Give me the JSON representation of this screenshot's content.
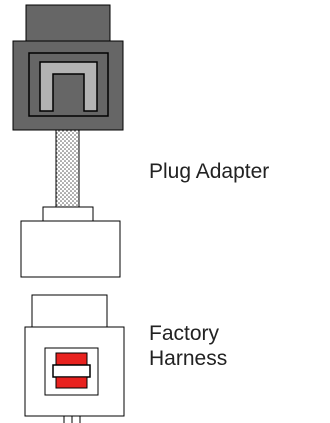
{
  "labels": {
    "plug_adapter": "Plug Adapter",
    "factory_line1": "Factory",
    "factory_line2": "Harness"
  },
  "colors": {
    "plug_dark": "#666666",
    "plug_light": "#b3b3b3",
    "stroke": "#000000",
    "harness_red": "#e8221f",
    "background": "#ffffff"
  }
}
